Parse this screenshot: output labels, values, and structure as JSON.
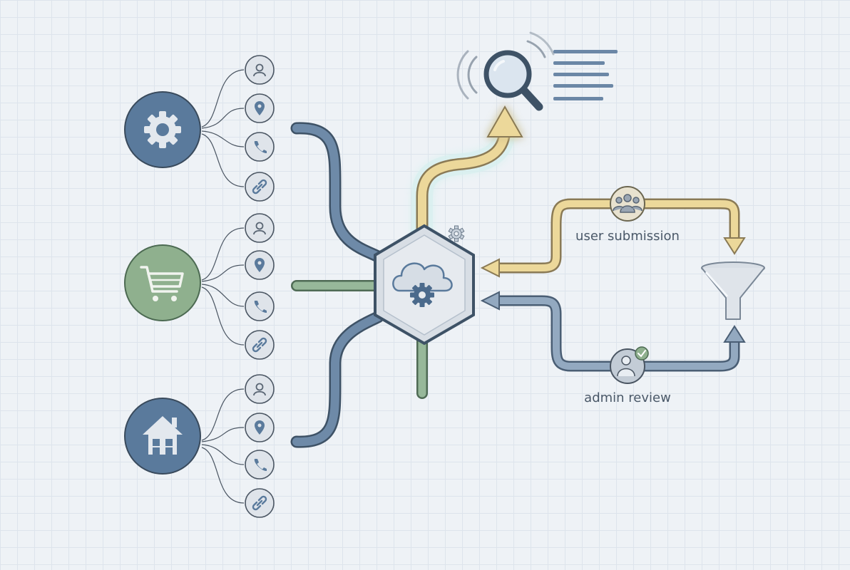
{
  "diagram": {
    "groups": [
      {
        "name": "settings",
        "icon": "gear-icon",
        "color": "#5a7a9c",
        "items": [
          {
            "icon": "user-icon"
          },
          {
            "icon": "location-pin-icon"
          },
          {
            "icon": "phone-icon"
          },
          {
            "icon": "link-icon"
          }
        ]
      },
      {
        "name": "shop",
        "icon": "shopping-cart-icon",
        "color": "#8fb08e",
        "items": [
          {
            "icon": "user-icon"
          },
          {
            "icon": "location-pin-icon"
          },
          {
            "icon": "phone-icon"
          },
          {
            "icon": "link-icon"
          }
        ]
      },
      {
        "name": "home",
        "icon": "home-icon",
        "color": "#5a7a9c",
        "items": [
          {
            "icon": "user-icon"
          },
          {
            "icon": "location-pin-icon"
          },
          {
            "icon": "phone-icon"
          },
          {
            "icon": "link-icon"
          }
        ]
      }
    ],
    "hub": {
      "icon": "cloud-gear-icon"
    },
    "search": {
      "icon": "search-icon"
    },
    "loop": {
      "user_submission_label": "user submission",
      "admin_review_label": "admin review",
      "filter_icon": "funnel-icon"
    },
    "colors": {
      "blue": "#5a7a9c",
      "green": "#8fb08e",
      "yellow": "#e9d28f",
      "gray": "#c8d0d8"
    }
  }
}
